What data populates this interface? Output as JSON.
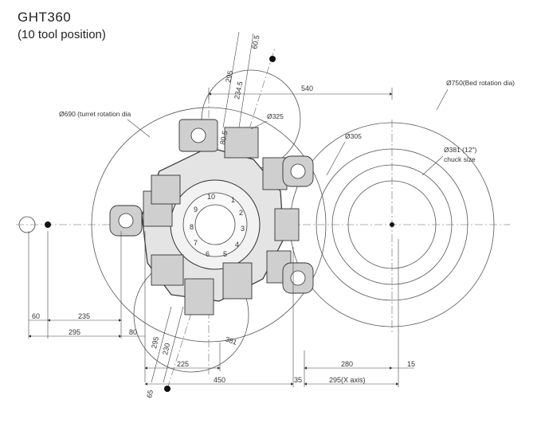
{
  "header": {
    "title": "GHT360",
    "subtitle": "(10 tool position)"
  },
  "labels": {
    "turret_dia": "Ø690 (turret rotation dia",
    "bed_dia": "Ø750(Bed rotation dia)",
    "d325": "Ø325",
    "d305": "Ø305",
    "chuck_dia": "Ø381 (12\")",
    "chuck_size": "chuck size"
  },
  "dimensions": {
    "d540": "540",
    "d60_5": "60.5",
    "d295_top": "295",
    "d234_5": "234.5",
    "d80_5": "80.5",
    "d60": "60",
    "d235": "235",
    "d295_left": "295",
    "d80": "80",
    "d381": "381",
    "d295_low": "295",
    "d230": "230",
    "d65": "65",
    "d225": "225",
    "d450": "450",
    "d35": "35",
    "d280": "280",
    "d15": "15",
    "d295_x": "295(X axis)"
  },
  "turret_numbers": [
    "1",
    "2",
    "3",
    "4",
    "5",
    "6",
    "7",
    "8",
    "9",
    "10"
  ],
  "colors": {
    "line": "#333333",
    "part_fill": "#d9d9d9",
    "dark": "#555555"
  }
}
